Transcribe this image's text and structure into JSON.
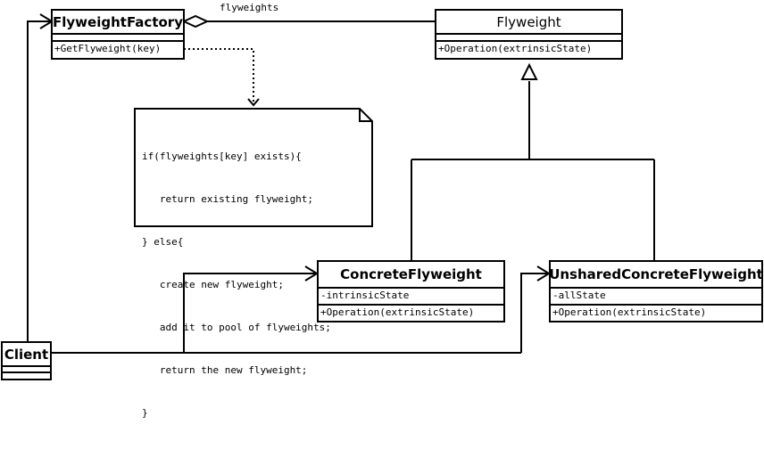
{
  "classes": {
    "flyweight_factory": {
      "name": "FlyweightFactory",
      "operation": "+GetFlyweight(key)"
    },
    "flyweight": {
      "name": "Flyweight",
      "operation": "+Operation(extrinsicState)"
    },
    "concrete_flyweight": {
      "name": "ConcreteFlyweight",
      "attribute": "-intrinsicState",
      "operation": "+Operation(extrinsicState)"
    },
    "unshared_concrete_flyweight": {
      "name": "UnsharedConcreteFlyweight",
      "attribute": "-allState",
      "operation": "+Operation(extrinsicState)"
    },
    "client": {
      "name": "Client"
    }
  },
  "association_label": "flyweights",
  "note": {
    "lines": [
      "if(flyweights[key] exists){",
      "   return existing flyweight;",
      "} else{",
      "   create new flyweight;",
      "   add it to pool of flyweights;",
      "   return the new flyweight;",
      "}"
    ]
  }
}
